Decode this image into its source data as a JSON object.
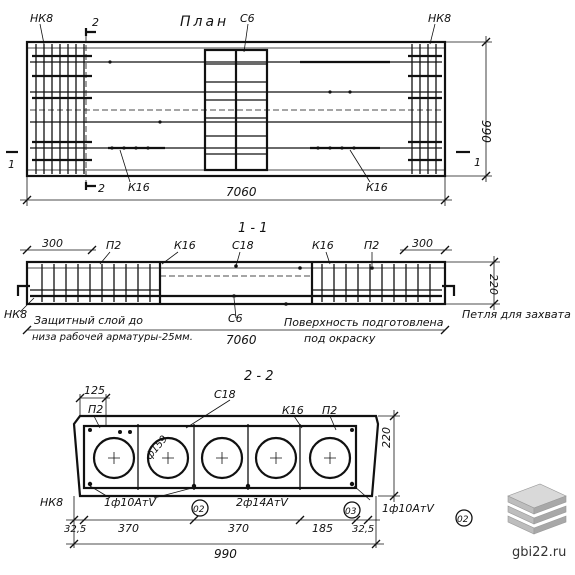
{
  "plan": {
    "title": "План",
    "nk8_left": "НК8",
    "nk8_right": "НК8",
    "c6": "С6",
    "k16_a": "К16",
    "k16_b": "К16",
    "cut2_top": "2",
    "cut2_bottom": "2",
    "cut1_left": "1",
    "cut1_right": "1",
    "width_dim": "990",
    "length_dim": "7060"
  },
  "section1": {
    "title": "1 - 1",
    "dim_300_left": "300",
    "dim_300_right": "300",
    "p2_left": "П2",
    "p2_right": "П2",
    "k16_left": "К16",
    "k16_right": "К16",
    "c18": "С18",
    "c6": "С6",
    "nk8": "НК8",
    "height_dim": "220",
    "length_dim": "7060",
    "note_cover_line1": "Защитный слой до",
    "note_cover_line2": "низа рабочей арматуры-25мм.",
    "note_surface_line1": "Поверхность подготовлена",
    "note_surface_line2": "под окраску",
    "note_lift": "Петля для захвата"
  },
  "section2": {
    "title": "2 - 2",
    "dim_125": "125",
    "p2_left": "П2",
    "p2_right": "П2",
    "c18": "С18",
    "k16": "К16",
    "phi159": "ф159",
    "height_dim": "220",
    "nk8": "НК8",
    "bar1": "1ф10АтⅤ",
    "bar2": "2ф14АтⅤ",
    "bar3": "1ф10АтⅤ",
    "mark_02a": "02",
    "mark_03": "03",
    "mark_02b": "02",
    "d_325_left": "32,5",
    "d_370_a": "370",
    "d_370_b": "370",
    "d_185": "185",
    "d_325_right": "32,5",
    "total_dim": "990"
  },
  "watermark": {
    "site": "gbi22.ru"
  }
}
